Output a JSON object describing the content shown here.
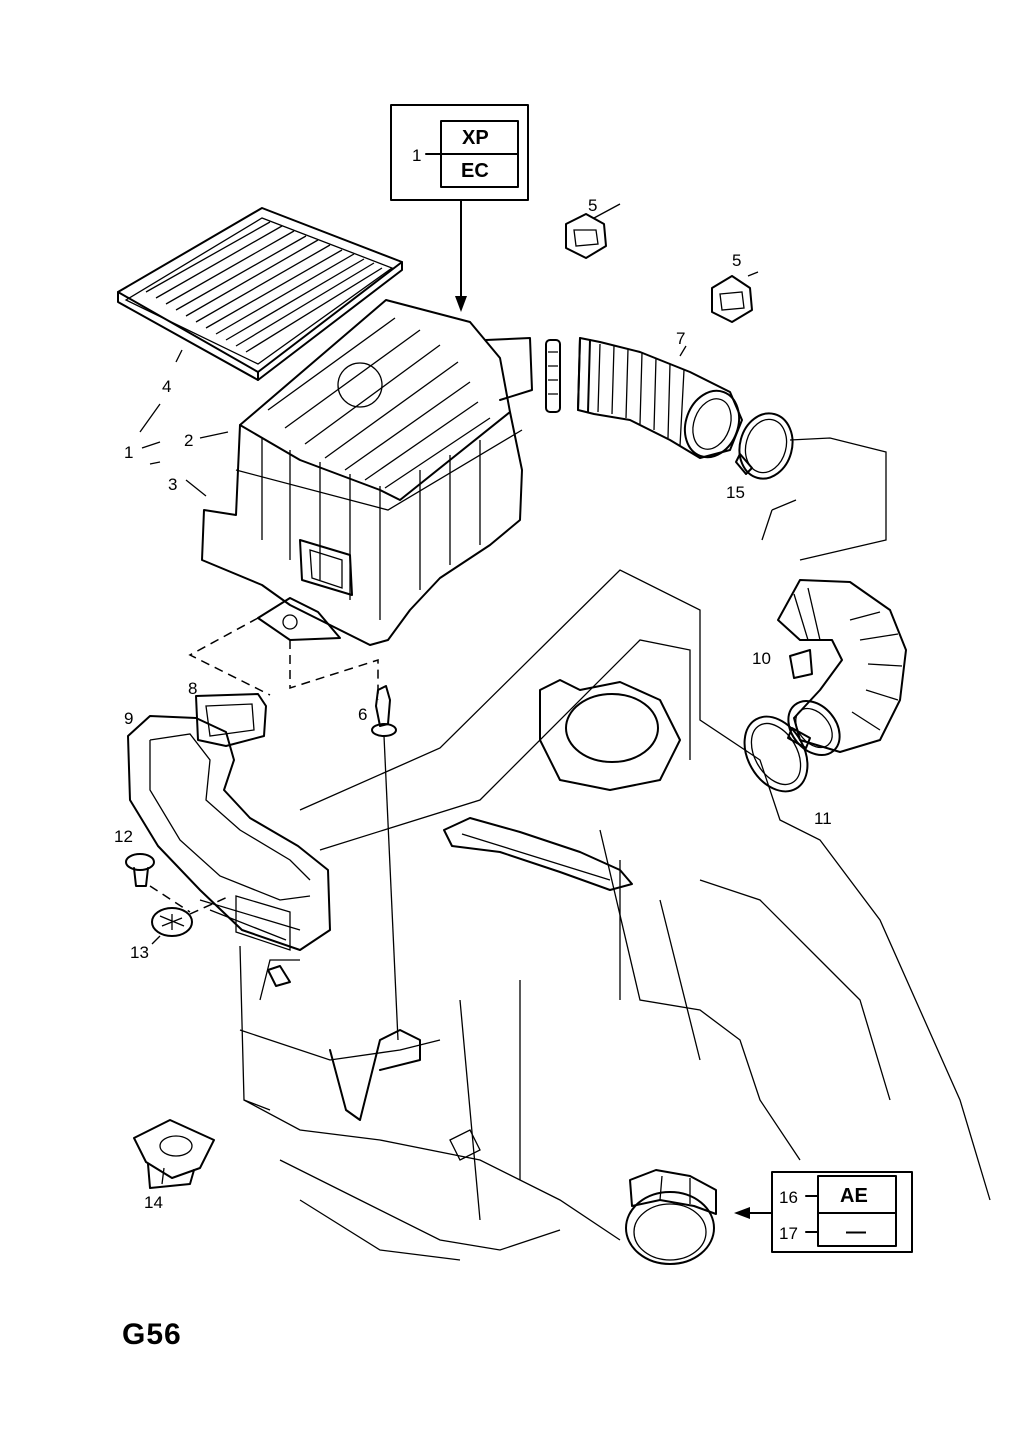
{
  "diagram": {
    "code": "G56",
    "variant_box_top": {
      "ref": "1",
      "top": "XP",
      "bottom": "EC"
    },
    "variant_box_bottom": {
      "rows": [
        {
          "ref": "16",
          "code": "AE"
        },
        {
          "ref": "17",
          "code": "—"
        }
      ]
    },
    "callouts": {
      "c1": "1",
      "c2": "2",
      "c3": "3",
      "c4": "4",
      "c5a": "5",
      "c5b": "5",
      "c6": "6",
      "c7": "7",
      "c8": "8",
      "c9": "9",
      "c10": "10",
      "c11": "11",
      "c12": "12",
      "c13": "13",
      "c14": "14",
      "c15": "15"
    }
  }
}
